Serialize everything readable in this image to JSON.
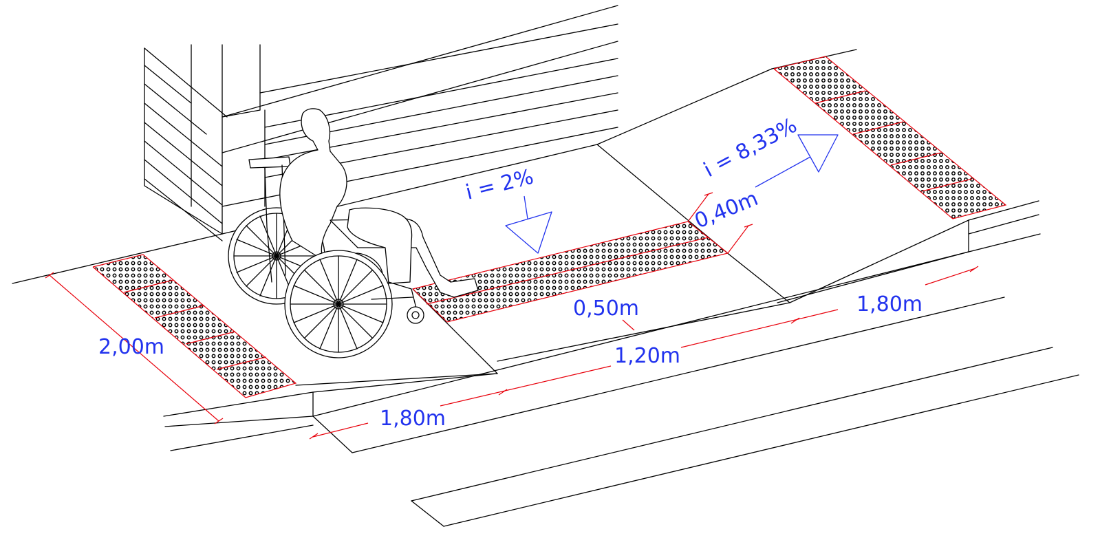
{
  "labels": {
    "slope_left": "i = 2%",
    "slope_right": "i = 8,33%",
    "depth_040": "0,40m",
    "width_050": "0,50m",
    "ramp_180_right": "1,80m",
    "flat_120": "1,20m",
    "ramp_180_left": "1,80m",
    "width_200": "2,00m"
  },
  "colors": {
    "linework": "#000000",
    "dimension": "#e8000b",
    "annotation": "#2233ee"
  }
}
